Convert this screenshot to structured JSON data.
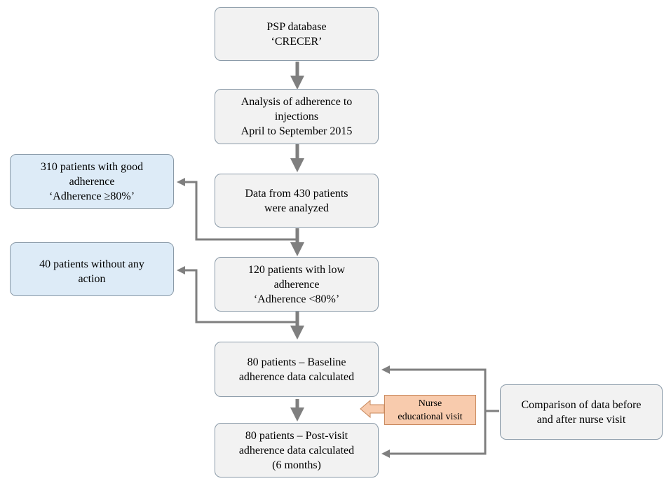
{
  "boxes": {
    "psp": [
      "PSP database",
      "‘CRECER’"
    ],
    "analysis": [
      "Analysis of adherence to",
      "injections",
      "April to September 2015"
    ],
    "data430": [
      "Data from 430 patients",
      "were analyzed"
    ],
    "good": [
      "310 patients with good",
      "adherence",
      "‘Adherence ≥80%’"
    ],
    "low120": [
      "120 patients with low",
      "adherence",
      "‘Adherence <80%’"
    ],
    "noaction": [
      "40 patients without any",
      "action"
    ],
    "baseline": [
      "80 patients – Baseline",
      "adherence data calculated"
    ],
    "postvisit": [
      "80 patients – Post-visit",
      "adherence data calculated",
      "(6 months)"
    ],
    "nurse": [
      "Nurse",
      "educational visit"
    ],
    "comparison": [
      "Comparison of data before",
      "and after nurse visit"
    ]
  },
  "colors": {
    "grey_box": "#f2f2f2",
    "blue_box": "#ddebf7",
    "orange_box": "#f8cbad",
    "arrow": "#7f7f7f"
  }
}
